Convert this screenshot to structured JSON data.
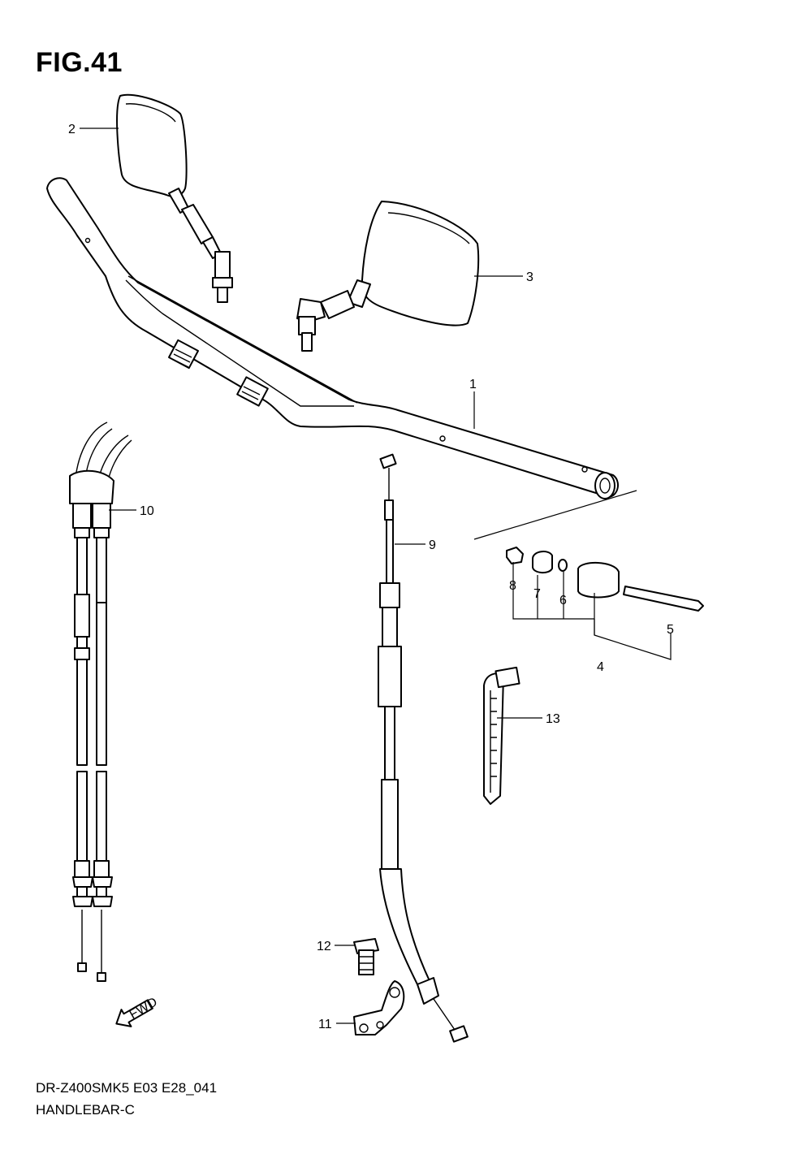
{
  "figure": {
    "title": "FIG.41",
    "code": "DR-Z400SMK5 E03 E28_041",
    "name": "HANDLEBAR-C"
  },
  "fwd_arrow_text": "FWD",
  "callouts": [
    {
      "id": "1",
      "label": "1"
    },
    {
      "id": "2",
      "label": "2"
    },
    {
      "id": "3",
      "label": "3"
    },
    {
      "id": "4",
      "label": "4"
    },
    {
      "id": "5",
      "label": "5"
    },
    {
      "id": "6",
      "label": "6"
    },
    {
      "id": "7",
      "label": "7"
    },
    {
      "id": "8",
      "label": "8"
    },
    {
      "id": "9",
      "label": "9"
    },
    {
      "id": "10",
      "label": "10"
    },
    {
      "id": "11",
      "label": "11"
    },
    {
      "id": "12",
      "label": "12"
    },
    {
      "id": "13",
      "label": "13"
    }
  ]
}
